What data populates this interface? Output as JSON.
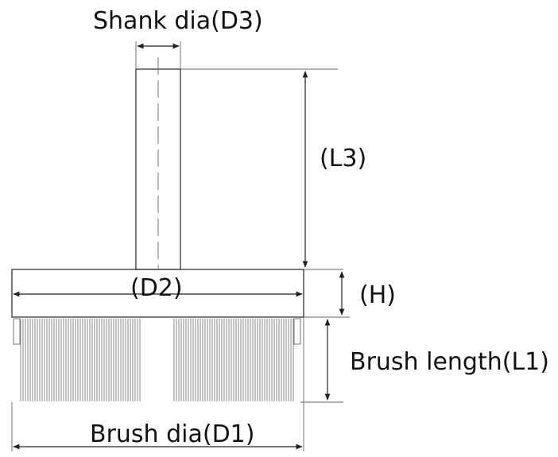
{
  "labels": {
    "shank_dia": "Shank dia(D3)",
    "shank_length": "(L3)",
    "head_dia": "(D2)",
    "head_height": "(H)",
    "brush_length": "Brush length(L1)",
    "brush_dia": "Brush dia(D1)"
  },
  "colors": {
    "line": "#222222",
    "bristle": "#888888",
    "text": "#111111"
  }
}
